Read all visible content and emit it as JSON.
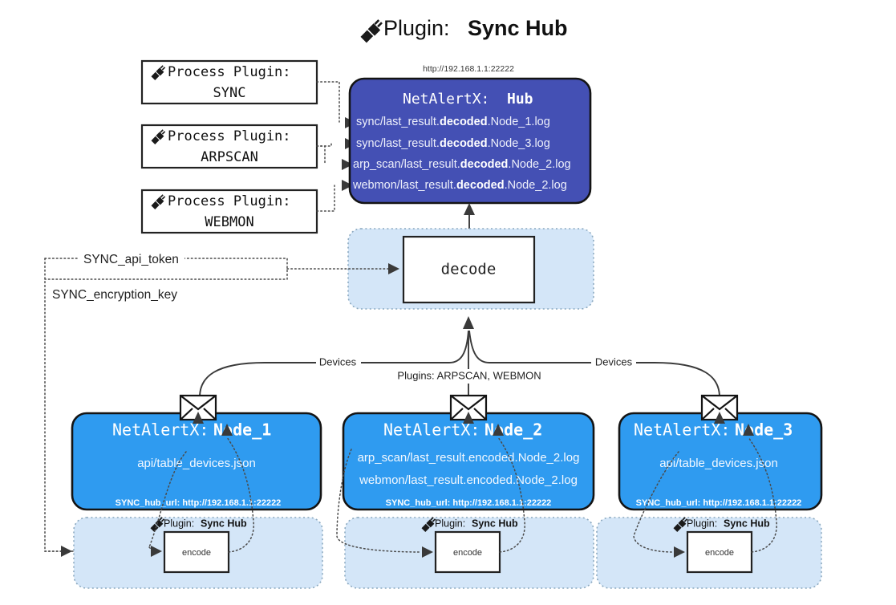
{
  "header": {
    "plugin_icon": "plug-icon",
    "prefix": "Plugin: ",
    "name": "Sync Hub",
    "hub_url": "http://192.168.1.1:22222"
  },
  "process_plugins": [
    {
      "icon": "plug-icon",
      "label": "Process Plugin:",
      "name": "SYNC"
    },
    {
      "icon": "plug-icon",
      "label": "Process Plugin:",
      "name": "ARPSCAN"
    },
    {
      "icon": "plug-icon",
      "label": "Process Plugin:",
      "name": "WEBMON"
    }
  ],
  "hub": {
    "title_prefix": "NetAlertX: ",
    "title_name": "Hub",
    "lines": [
      {
        "pre": "sync/last_result.",
        "mid": "decoded",
        "post": ".Node_1.log"
      },
      {
        "pre": "sync/last_result.",
        "mid": "decoded",
        "post": ".Node_3.log"
      },
      {
        "pre": "arp_scan/last_result.",
        "mid": "decoded",
        "post": ".Node_2.log"
      },
      {
        "pre": "webmon/last_result.",
        "mid": "decoded",
        "post": ".Node_2.log"
      }
    ]
  },
  "decode": {
    "label": "decode"
  },
  "settings": {
    "api_token": "SYNC_api_token",
    "encryption_key": "SYNC_encryption_key"
  },
  "edges": {
    "devices_left": "Devices",
    "devices_right": "Devices",
    "plugins_middle": "Plugins: ARPSCAN, WEBMON"
  },
  "nodes": [
    {
      "title_prefix": "NetAlertX: ",
      "title_name": "Node_1",
      "lines": [
        "api/table_devices.json"
      ],
      "footer": "SYNC_hub_url: http://192.168.1.1:22222",
      "mail_icon": "envelope-icon"
    },
    {
      "title_prefix": "NetAlertX: ",
      "title_name": "Node_2",
      "lines": [
        "arp_scan/last_result.encoded.Node_2.log",
        "webmon/last_result.encoded.Node_2.log"
      ],
      "footer": "SYNC_hub_url: http://192.168.1.1:22222",
      "mail_icon": "envelope-icon"
    },
    {
      "title_prefix": "NetAlertX: ",
      "title_name": "Node_3",
      "lines": [
        "api/table_devices.json"
      ],
      "footer": "SYNC_hub_url: http://192.168.1.1:22222",
      "mail_icon": "envelope-icon"
    }
  ],
  "encoders": [
    {
      "plugin_icon": "plug-icon",
      "plugin_prefix": "Plugin: ",
      "plugin_name": "Sync Hub",
      "label": "encode"
    },
    {
      "plugin_icon": "plug-icon",
      "plugin_prefix": "Plugin: ",
      "plugin_name": "Sync Hub",
      "label": "encode"
    },
    {
      "plugin_icon": "plug-icon",
      "plugin_prefix": "Plugin: ",
      "plugin_name": "Sync Hub",
      "label": "encode"
    }
  ],
  "colors": {
    "hub_fill": "#4450b4",
    "node_fill": "#2f9bf0",
    "panel_fill": "#d4e6f8",
    "stroke": "#141414"
  }
}
